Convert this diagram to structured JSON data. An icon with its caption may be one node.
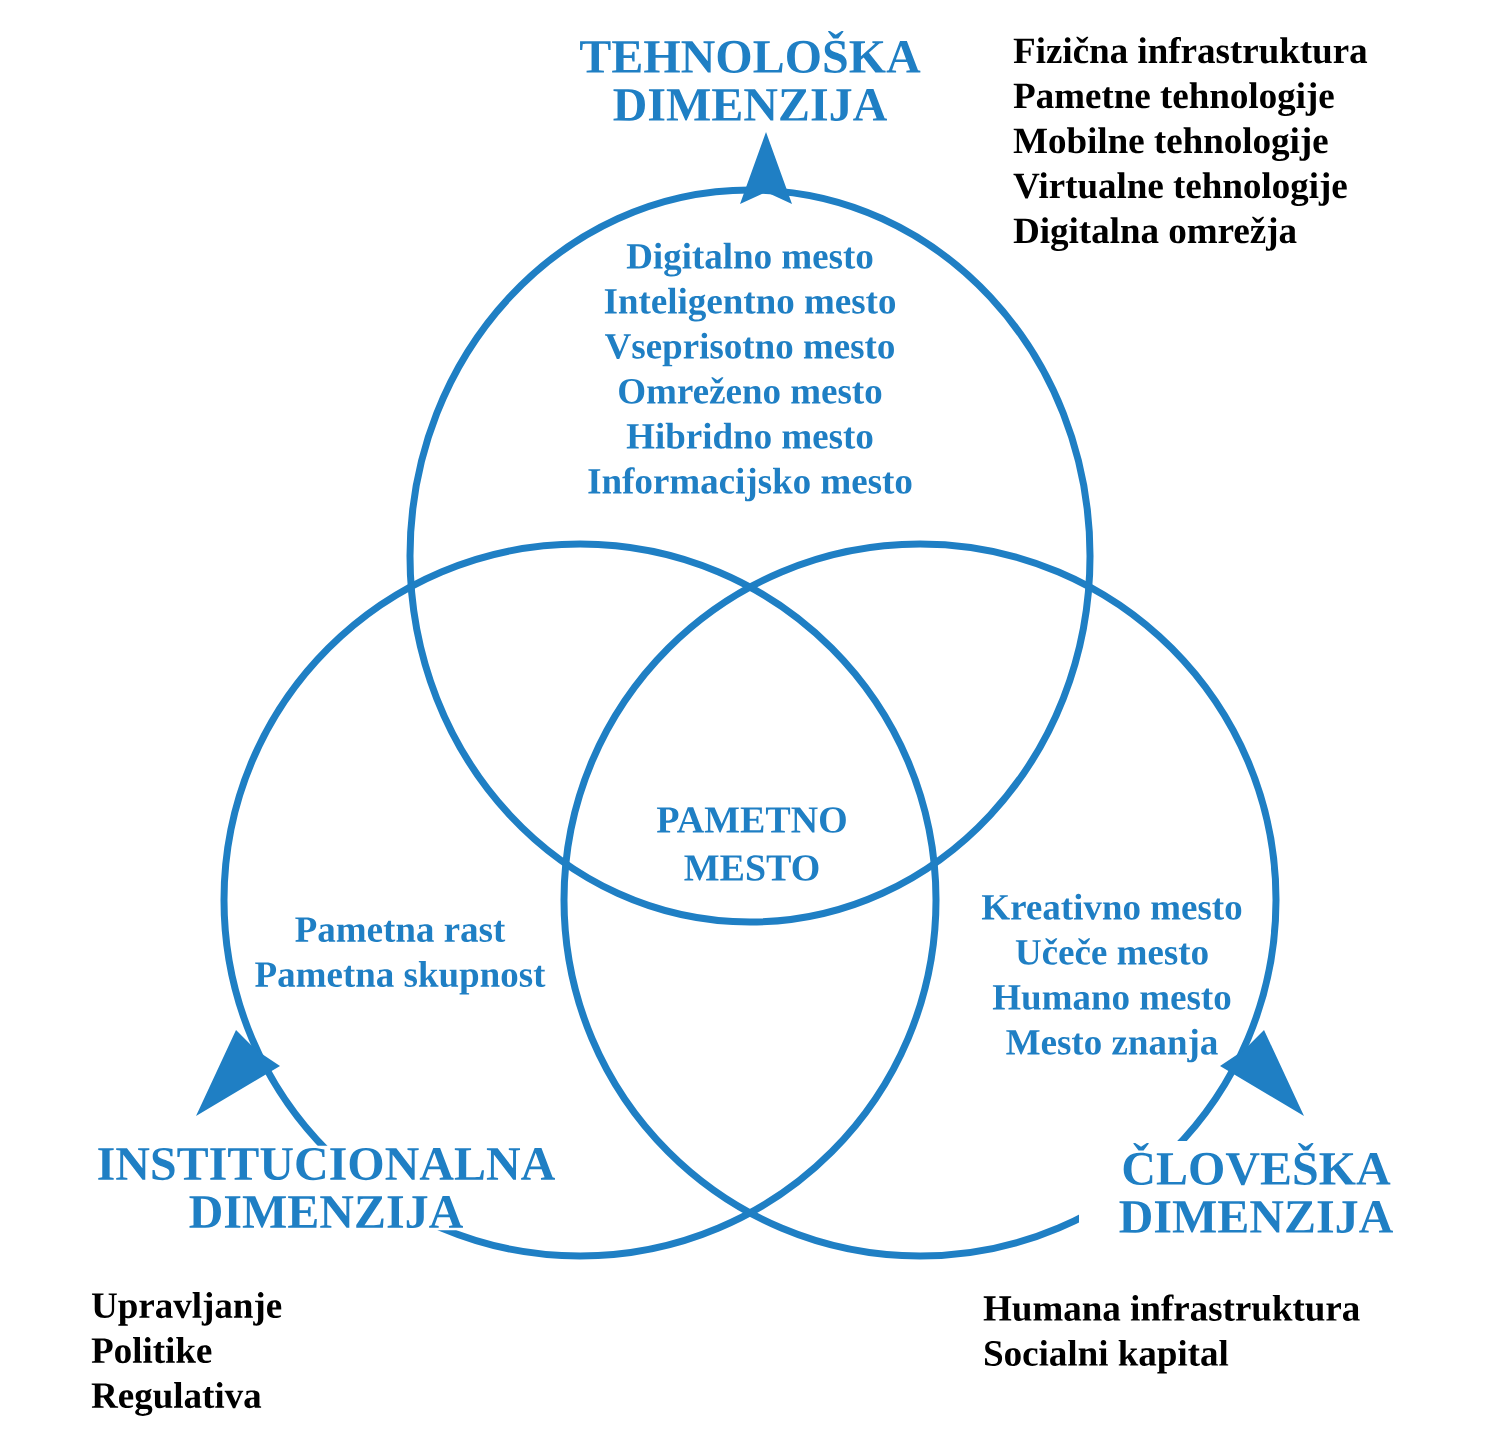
{
  "diagram": {
    "nodes": [
      {
        "text": [
          "TEHNOLOŠKA DIMENZIJA",
          "Digitalno mesto",
          "Inteligentno mesto",
          "Vseprisotno mesto",
          "Omreženo mesto",
          "Hibridno mesto",
          "Informacijsko mesto"
        ],
        "beside": [
          "Fizična infrastruktura",
          "Pametne tehnologije",
          "Mobilne tehnologije",
          "Virtualne tehnologije",
          "Digitalna omrežja"
        ]
      },
      {
        "text": [
          "Pametna rast",
          "Pametna skupnost",
          "INSTITUCIONALNA DIMENZIJA"
        ],
        "beside": [
          "Upravljanje",
          "Politike",
          "Regulativa"
        ]
      },
      {
        "text": [
          "Kreativno mesto",
          "Učeče mesto",
          "Humano mesto",
          "Mesto znanja",
          "ČLOVEŠKA DIMENZIJA"
        ],
        "beside": [
          "Humana infrastruktura",
          "Socialni kapital"
        ]
      },
      {
        "text": [
          "PAMETNO MESTO"
        ]
      }
    ]
  }
}
